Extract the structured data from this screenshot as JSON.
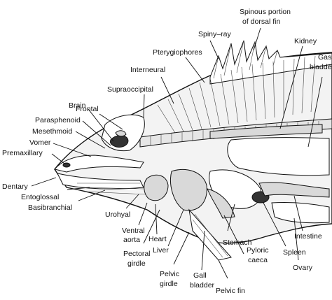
{
  "labels": {
    "spinous_portion": [
      "Spinous portion",
      "of dorsal fin"
    ],
    "spiny_ray": "Spiny–ray",
    "kidney": "Kidney",
    "gas_bladder": [
      "Gas",
      "bladder"
    ],
    "pterygiophores": "Pterygiophores",
    "interneural": "Interneural",
    "supraoccipital": "Supraoccipital",
    "frontal": "Frontal",
    "brain": "Brain",
    "parasphenoid": "Parasphenoid",
    "mesethmoid": "Mesethmoid",
    "vomer": "Vomer",
    "premaxillary": "Premaxillary",
    "dentary": "Dentary",
    "entoglossal": "Entoglossal",
    "basibranchial": "Basibranchial",
    "urohyal": "Urohyal",
    "ventral_aorta": [
      "Ventral",
      "aorta"
    ],
    "heart": "Heart",
    "liver": "Liver",
    "pectoral_girdle": [
      "Pectoral",
      "girdle"
    ],
    "pelvic_girdle": [
      "Pelvic",
      "girdle"
    ],
    "gall_bladder": [
      "Gall",
      "bladder"
    ],
    "pelvic_fin": "Pelvic fin",
    "pyloric_caeca": [
      "Pyloric",
      "caeca"
    ],
    "stomach": "Stomach",
    "spleen": "Spleen",
    "intestine": "Intestine",
    "ovary": "Ovary"
  }
}
